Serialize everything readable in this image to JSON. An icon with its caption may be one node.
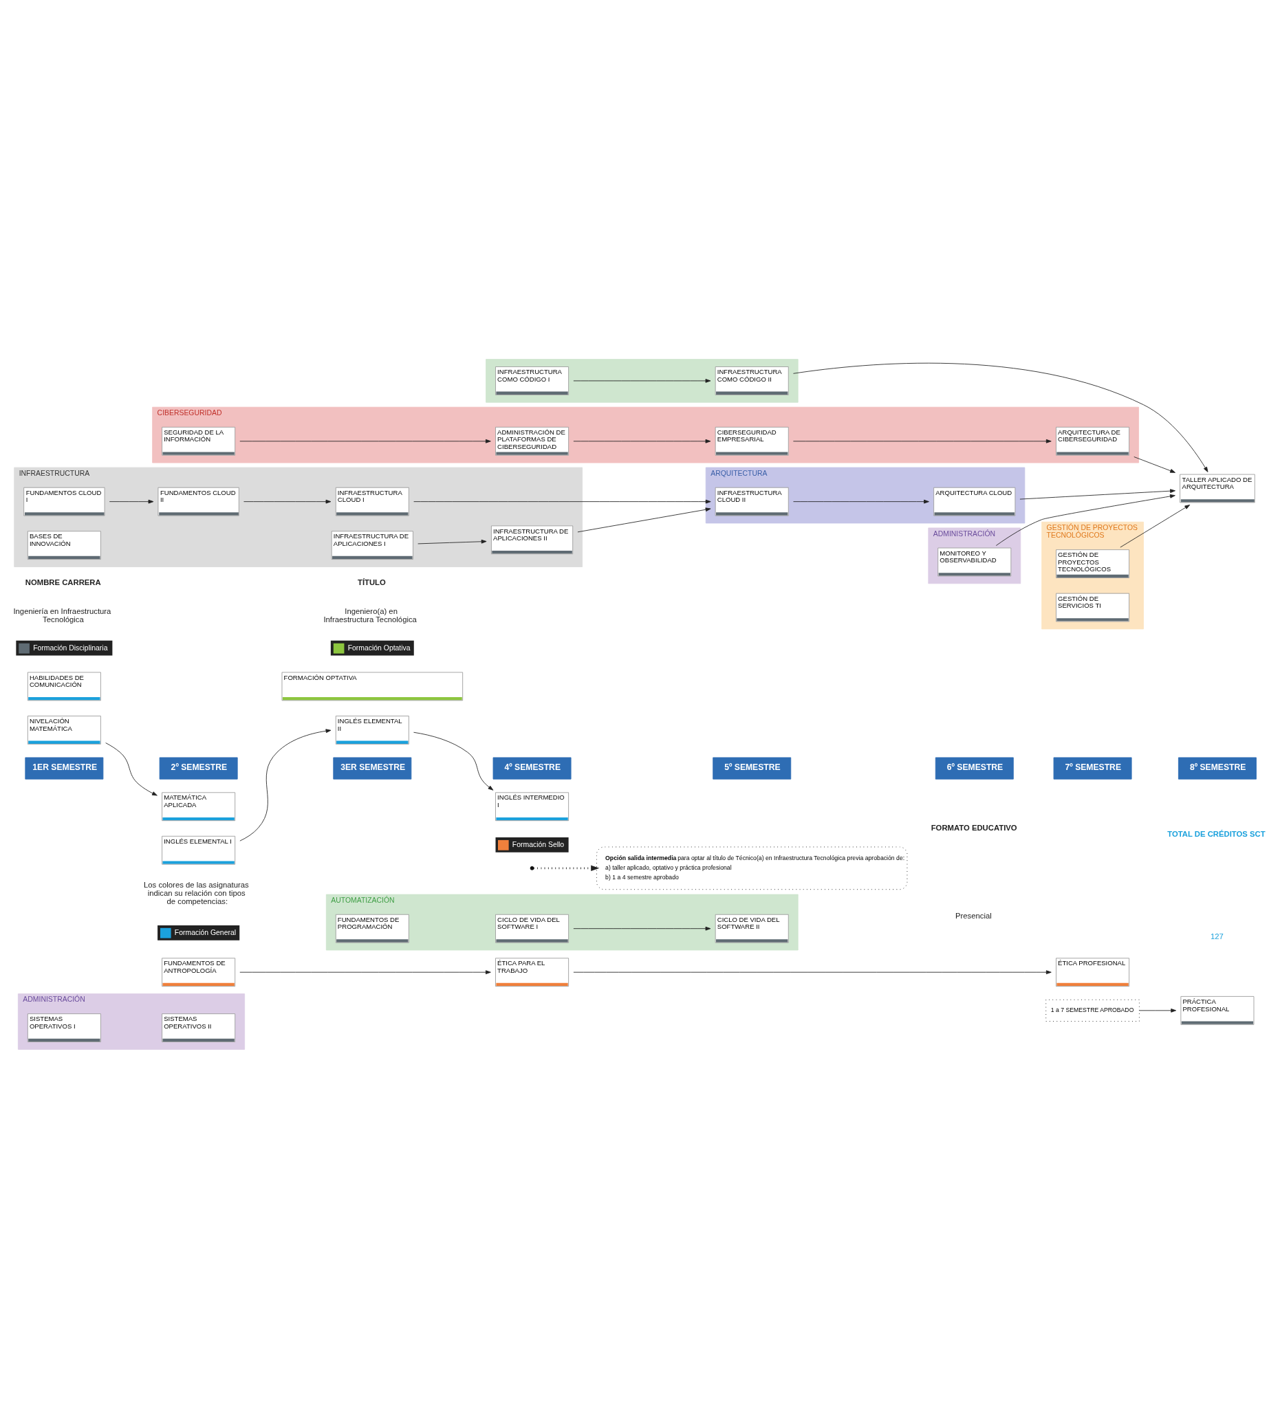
{
  "diagram": {
    "nodes": [
      {
        "text": [
          "1ER SEMESTRE"
        ]
      },
      {
        "text": [
          "2º SEMESTRE"
        ]
      },
      {
        "text": [
          "3ER SEMESTRE"
        ]
      },
      {
        "text": [
          "4º SEMESTRE"
        ]
      },
      {
        "text": [
          "5º SEMESTRE"
        ]
      },
      {
        "text": [
          "6º SEMESTRE"
        ]
      },
      {
        "text": [
          "7º SEMESTRE"
        ]
      },
      {
        "text": [
          "8º SEMESTRE"
        ]
      },
      {
        "text": [
          "INFRAESTRUCTURA"
        ]
      },
      {
        "text": [
          "FUNDAMENTOS CLOUD I"
        ],
        "in": 8
      },
      {
        "text": [
          "FUNDAMENTOS CLOUD II"
        ],
        "in": 8
      },
      {
        "text": [
          "INFRAESTRUCTURA CLOUD I"
        ],
        "in": 8
      },
      {
        "text": [
          "INFRAESTRUCTURA DE APLICACIONES II"
        ],
        "in": 8
      },
      {
        "text": [
          "BASES DE INNOVACIÓN"
        ],
        "in": 8
      },
      {
        "text": [
          "INFRAESTRUCTURA DE APLICACIONES I"
        ],
        "in": 8
      },
      {
        "text": [
          "ARQUITECTURA"
        ]
      },
      {
        "text": [
          "INFRAESTRUCTURA CLOUD II"
        ],
        "in": 15
      },
      {
        "text": [
          "ARQUITECTURA CLOUD"
        ],
        "in": 15
      },
      {
        "text": [
          "PRÁCTICA PROFESIONAL"
        ]
      },
      {
        "text": [
          "1 a 7 SEMESTRE APROBADO"
        ]
      },
      {
        "text": [
          "ADMINISTRACIÓN"
        ]
      },
      {
        "text": [
          "SISTEMAS OPERATIVOS I"
        ],
        "in": 20
      },
      {
        "text": [
          "SISTEMAS OPERATIVOS II"
        ],
        "in": 20
      },
      {
        "text": [
          "AUTOMATIZACIÓN"
        ]
      },
      {
        "text": [
          "FUNDAMENTOS DE PROGRAMACIÓN"
        ],
        "in": 23
      },
      {
        "text": [
          "CICLO DE VIDA DEL SOFTWARE I"
        ],
        "in": 23
      },
      {
        "text": [
          "CICLO DE VIDA DEL SOFTWARE II"
        ],
        "in": 23
      },
      {
        "text": [
          "ADMINISTRACIÓN"
        ]
      },
      {
        "text": [
          "MONITOREO Y OBSERVABILIDAD"
        ],
        "in": 27
      },
      {
        "text": [
          "GESTIÓN DE PROYECTOS TECNOLÓGICOS"
        ]
      },
      {
        "text": [
          "GESTIÓN DE SERVICIOS TI"
        ],
        "in": 29
      },
      {
        "text": [
          "GESTIÓN DE PROYECTOS TECNOLÓGICOS"
        ],
        "in": 29
      },
      {
        "text": [],
        "shape": "box"
      },
      {
        "text": [
          "INFRAESTRUCTURA COMO CÓDIGO I"
        ],
        "in": 32
      },
      {
        "text": [
          "INFRAESTRUCTURA COMO CÓDIGO II"
        ],
        "in": 32
      },
      {
        "text": [
          "CIBERSEGURIDAD"
        ]
      },
      {
        "text": [
          "SEGURIDAD DE LA INFORMACIÓN"
        ],
        "in": 35
      },
      {
        "text": [
          "ADMINISTRACIÓN DE PLATAFORMAS DE CIBERSEGURIDAD"
        ],
        "in": 35
      },
      {
        "text": [
          "CIBERSEGURIDAD EMPRESARIAL"
        ],
        "in": 35
      },
      {
        "text": [
          "ARQUITECTURA DE CIBERSEGURIDAD"
        ],
        "in": 35
      },
      {
        "text": [
          "NIVELACIÓN MATEMÁTICA"
        ]
      },
      {
        "text": [
          "MATEMÁTICA APLICADA"
        ]
      },
      {
        "text": [
          "HABILIDADES DE COMUNICACIÓN"
        ]
      },
      {
        "text": [
          "INGLÉS ELEMENTAL I"
        ]
      },
      {
        "text": [
          "INGLÉS ELEMENTAL II"
        ]
      },
      {
        "text": [
          "INGLÉS INTERMEDIO I"
        ]
      },
      {
        "text": [
          "FUNDAMENTOS DE ANTROPOLOGÍA"
        ]
      },
      {
        "text": [
          "ÉTICA PARA EL TRABAJO"
        ]
      },
      {
        "text": [
          "ÉTICA PROFESIONAL"
        ]
      },
      {
        "text": [
          "TALLER APLICADO DE ARQUITECTURA"
        ]
      },
      {
        "text": [
          "FORMACIÓN OPTATIVA"
        ]
      },
      {
        "text": [
          "**Opción salida intermedia** para optar al título de Técnico(a) en Infraestructura Tecnológica previa aprobación de:",
          "a) taller aplicado, optativo y práctica profesional",
          "b) 1 a 4 semestre aprobado"
        ]
      }
    ],
    "edges": [
      {
        "from": 9,
        "to": 10,
        "arrow": "to"
      },
      {
        "from": 10,
        "to": 11,
        "arrow": "to"
      },
      {
        "from": 11,
        "to": 16,
        "arrow": "to"
      },
      {
        "from": 14,
        "to": 12,
        "arrow": "to"
      },
      {
        "from": 12,
        "to": 16,
        "arrow": "to"
      },
      {
        "from": 16,
        "to": 17,
        "arrow": "to"
      },
      {
        "from": 17,
        "to": 49,
        "arrow": "to"
      },
      {
        "from": 31,
        "to": 49,
        "arrow": "to"
      },
      {
        "from": 34,
        "to": 49,
        "arrow": "to"
      },
      {
        "from": 28,
        "to": 49,
        "arrow": "to"
      },
      {
        "from": 39,
        "to": 49,
        "arrow": "to"
      },
      {
        "from": 19,
        "to": 18,
        "arrow": "to"
      },
      {
        "from": 25,
        "to": 26,
        "arrow": "to"
      },
      {
        "from": 33,
        "to": 34,
        "arrow": "to"
      },
      {
        "from": 36,
        "to": 37,
        "arrow": "to"
      },
      {
        "from": 37,
        "to": 38,
        "arrow": "to"
      },
      {
        "from": 38,
        "to": 39,
        "arrow": "to"
      },
      {
        "from": 40,
        "to": 41,
        "arrow": "to"
      },
      {
        "from": 43,
        "to": 44,
        "arrow": "to"
      },
      {
        "from": 44,
        "to": 45,
        "arrow": "to"
      },
      {
        "from": 46,
        "to": 47,
        "arrow": "to"
      },
      {
        "from": 47,
        "to": 48,
        "arrow": "to"
      },
      {
        "from": null,
        "to": 51,
        "arrow": "to",
        "style": "dashed"
      }
    ],
    "labels": [
      "NOMBRE CARRERA",
      "Ingeniería en Infraestructura Tecnológica",
      "TÍTULO",
      "Ingeniero(a) en Infraestructura Tecnológica",
      "FORMATO EDUCATIVO",
      "Presencial",
      "TOTAL DE CRÉDITOS SCT",
      "127",
      "Los colores de las asignaturas indican su relación con tipos de competencias:"
    ],
    "legend": [
      {
        "text": "Formación Disciplinaria",
        "color": "#5f6b73"
      },
      {
        "text": "Formación General",
        "color": "#1ba1dc"
      },
      {
        "text": "Formación Optativa",
        "color": "#8dc63f"
      },
      {
        "text": "Formación Sello",
        "color": "#f0803c"
      }
    ]
  }
}
